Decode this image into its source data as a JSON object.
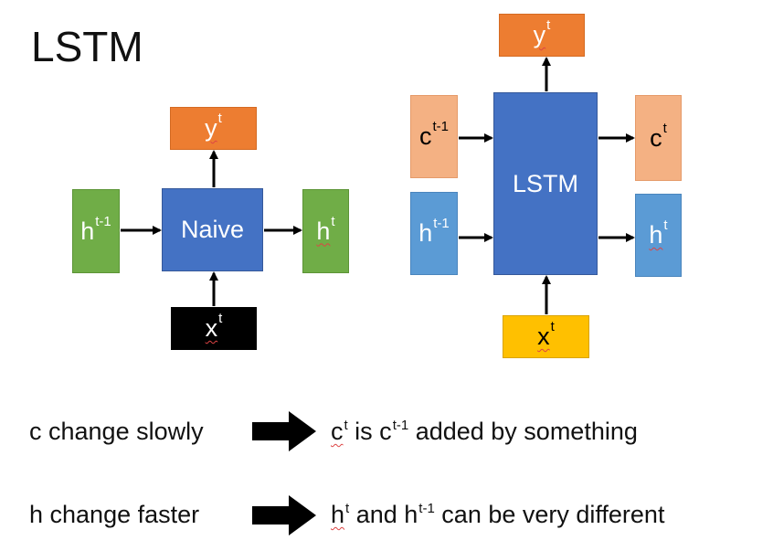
{
  "title": "LSTM",
  "naive": {
    "cell_label": "Naive",
    "output": {
      "base": "y",
      "sup": "t"
    },
    "h_in": {
      "base": "h",
      "sup": "t-1"
    },
    "h_out": {
      "base": "h",
      "sup": "t"
    },
    "x_in": {
      "base": "x",
      "sup": "t"
    }
  },
  "lstm": {
    "cell_label": "LSTM",
    "output": {
      "base": "y",
      "sup": "t"
    },
    "c_in": {
      "base": "c",
      "sup": "t-1"
    },
    "c_out": {
      "base": "c",
      "sup": "t"
    },
    "h_in": {
      "base": "h",
      "sup": "t-1"
    },
    "h_out": {
      "base": "h",
      "sup": "t"
    },
    "x_in": {
      "base": "x",
      "sup": "t"
    }
  },
  "notes": [
    {
      "left": "c change slowly",
      "right": {
        "a_base": "c",
        "a_sup": "t",
        "mid": " is c",
        "b_sup": "t-1",
        "end": " added by something"
      }
    },
    {
      "left": "h change faster",
      "right": {
        "a_base": "h",
        "a_sup": "t",
        "mid": " and h",
        "b_sup": "t-1",
        "end": " can be very different"
      }
    }
  ],
  "colors": {
    "orange": "#ed7d31",
    "green": "#70ad47",
    "blue": "#4472c4",
    "salmon": "#f4b183",
    "light_blue": "#5b9bd5",
    "yellow": "#ffc000",
    "black": "#000000"
  }
}
